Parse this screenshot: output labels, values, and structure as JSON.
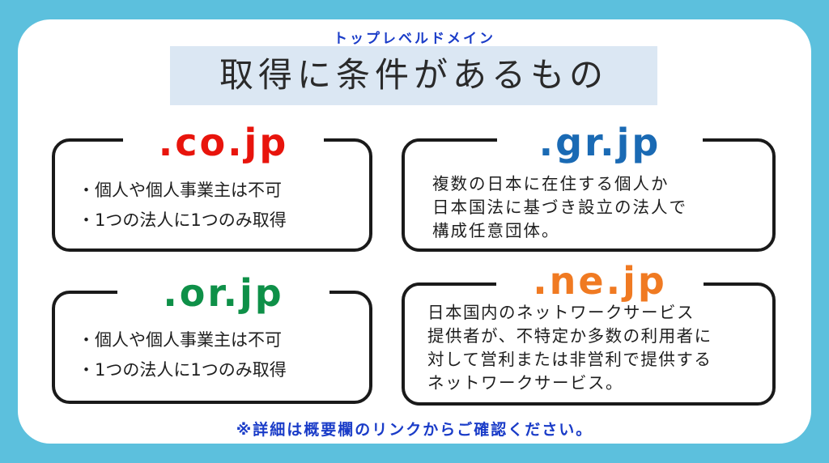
{
  "header": {
    "subtitle": "トップレベルドメイン",
    "title": "取得に条件があるもの"
  },
  "cards": {
    "co": {
      "label": ".co.jp",
      "color": "#e8140c",
      "bullets": [
        "・個人や個人事業主は不可",
        "・1つの法人に1つのみ取得"
      ]
    },
    "gr": {
      "label": ".gr.jp",
      "color": "#1a6ab4",
      "description": "複数の日本に在住する個人か\n日本国法に基づき設立の法人で\n構成任意団体。"
    },
    "or": {
      "label": ".or.jp",
      "color": "#0e9048",
      "bullets": [
        "・個人や個人事業主は不可",
        "・1つの法人に1つのみ取得"
      ]
    },
    "ne": {
      "label": ".ne.jp",
      "color": "#f07a22",
      "description": "日本国内のネットワークサービス\n提供者が、不特定か多数の利用者に\n対して営利または非営利で提供する\nネットワークサービス。"
    }
  },
  "footer": {
    "note": "※詳細は概要欄のリンクからご確認ください。"
  }
}
